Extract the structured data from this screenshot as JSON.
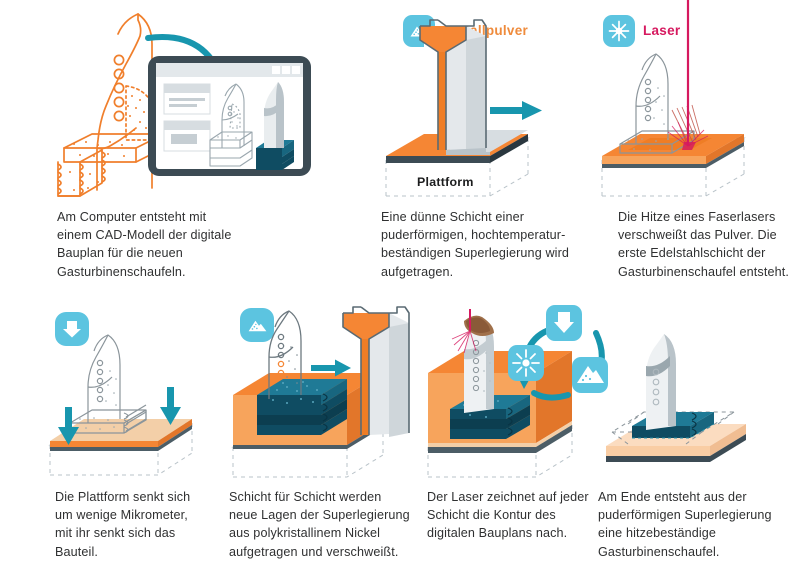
{
  "colors": {
    "orange": "#f58634",
    "orange_light": "#f7a45c",
    "orange_dark": "#e2762a",
    "teal_icon": "#5cc4e0",
    "teal_arrow": "#1896ae",
    "teal_dark": "#18667f",
    "teal_deep": "#0f4c62",
    "blue_steel": "#1f7a96",
    "grey_dark": "#3c4b54",
    "grey_mid": "#9aa7ae",
    "grey_light": "#d7dde1",
    "grey_pale": "#eef1f3",
    "laser_pink": "#d6195f",
    "text": "#2f3031",
    "powder_peach": "#fbdcc0",
    "outline_orange": "#f07f2c"
  },
  "steps": [
    {
      "id": "step-1",
      "caption": "Am Computer entsteht mit\neinem CAD-Modell der digitale\nBauplan für die neuen\nGasturbinenschaufeln."
    },
    {
      "id": "step-2",
      "caption": "Eine dünne Schicht einer\npuderförmigen, hochtemperatur-\nbeständigen Superlegierung wird\naufgetragen.",
      "badge_label": "Metallpulver",
      "badge_icon": "powder-icon",
      "float_label": "Plattform"
    },
    {
      "id": "step-3",
      "caption": "Die Hitze eines Faserlasers\nverschweißt das Pulver. Die\nerste Edelstahlschicht der\nGasturbinenschaufel entsteht.",
      "badge_label": "Laser",
      "badge_icon": "laser-icon"
    },
    {
      "id": "step-4",
      "caption": "Die Plattform senkt sich\num wenige Mikrometer,\nmit ihr senkt sich das\nBauteil.",
      "badge_icon": "down-arrow-icon"
    },
    {
      "id": "step-5",
      "caption": "Schicht für Schicht werden\nneue Lagen der Superlegierung\naus polykristallinem Nickel\naufgetragen und verschweißt.",
      "badge_icon": "powder-icon"
    },
    {
      "id": "step-6",
      "caption": "Der Laser zeichnet auf jeder\nSchicht die Kontur des\ndigitalen Bauplans nach.",
      "cycle_icons": [
        "down-arrow-icon",
        "powder-icon",
        "laser-icon"
      ]
    },
    {
      "id": "step-7",
      "caption": "Am Ende entsteht aus der\npuderförmigen Superlegierung\neine hitzebeständige\nGasturbinenschaufel."
    }
  ]
}
